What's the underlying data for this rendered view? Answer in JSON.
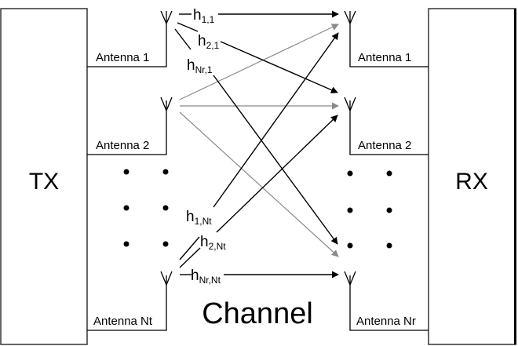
{
  "diagram": {
    "title": "MIMO channel model",
    "tx_block": {
      "label": "TX"
    },
    "rx_block": {
      "label": "RX"
    },
    "channel_label": "Channel",
    "tx_antennas": [
      {
        "label": "Antenna 1"
      },
      {
        "label": "Antenna 2"
      },
      {
        "label": "Antenna Nt"
      }
    ],
    "rx_antennas": [
      {
        "label": "Antenna 1"
      },
      {
        "label": "Antenna 2"
      },
      {
        "label": "Antenna Nr"
      }
    ],
    "channel_coefficients": [
      {
        "base": "h",
        "sub": "1,1"
      },
      {
        "base": "h",
        "sub": "2,1"
      },
      {
        "base": "h",
        "sub": "Nr,1"
      },
      {
        "base": "h",
        "sub": "1,Nt"
      },
      {
        "base": "h",
        "sub": "2,Nt"
      },
      {
        "base": "h",
        "sub": "Nr,Nt"
      }
    ],
    "links": [
      {
        "from": "tx1",
        "to": "rx1",
        "style": "black",
        "label": "h1,1"
      },
      {
        "from": "tx1",
        "to": "rx2",
        "style": "black",
        "label": "h2,1"
      },
      {
        "from": "tx1",
        "to": "rxNr",
        "style": "black",
        "label": "hNr,1"
      },
      {
        "from": "tx2",
        "to": "rx1",
        "style": "gray"
      },
      {
        "from": "tx2",
        "to": "rx2",
        "style": "gray"
      },
      {
        "from": "tx2",
        "to": "rxNr",
        "style": "gray"
      },
      {
        "from": "txNt",
        "to": "rx1",
        "style": "black",
        "label": "h1,Nt"
      },
      {
        "from": "txNt",
        "to": "rx2",
        "style": "black",
        "label": "h2,Nt"
      },
      {
        "from": "txNt",
        "to": "rxNr",
        "style": "black",
        "label": "hNr,Nt"
      }
    ],
    "colors": {
      "line": "#000000",
      "gray_line": "#8a8a8a",
      "box": "#333333"
    }
  }
}
